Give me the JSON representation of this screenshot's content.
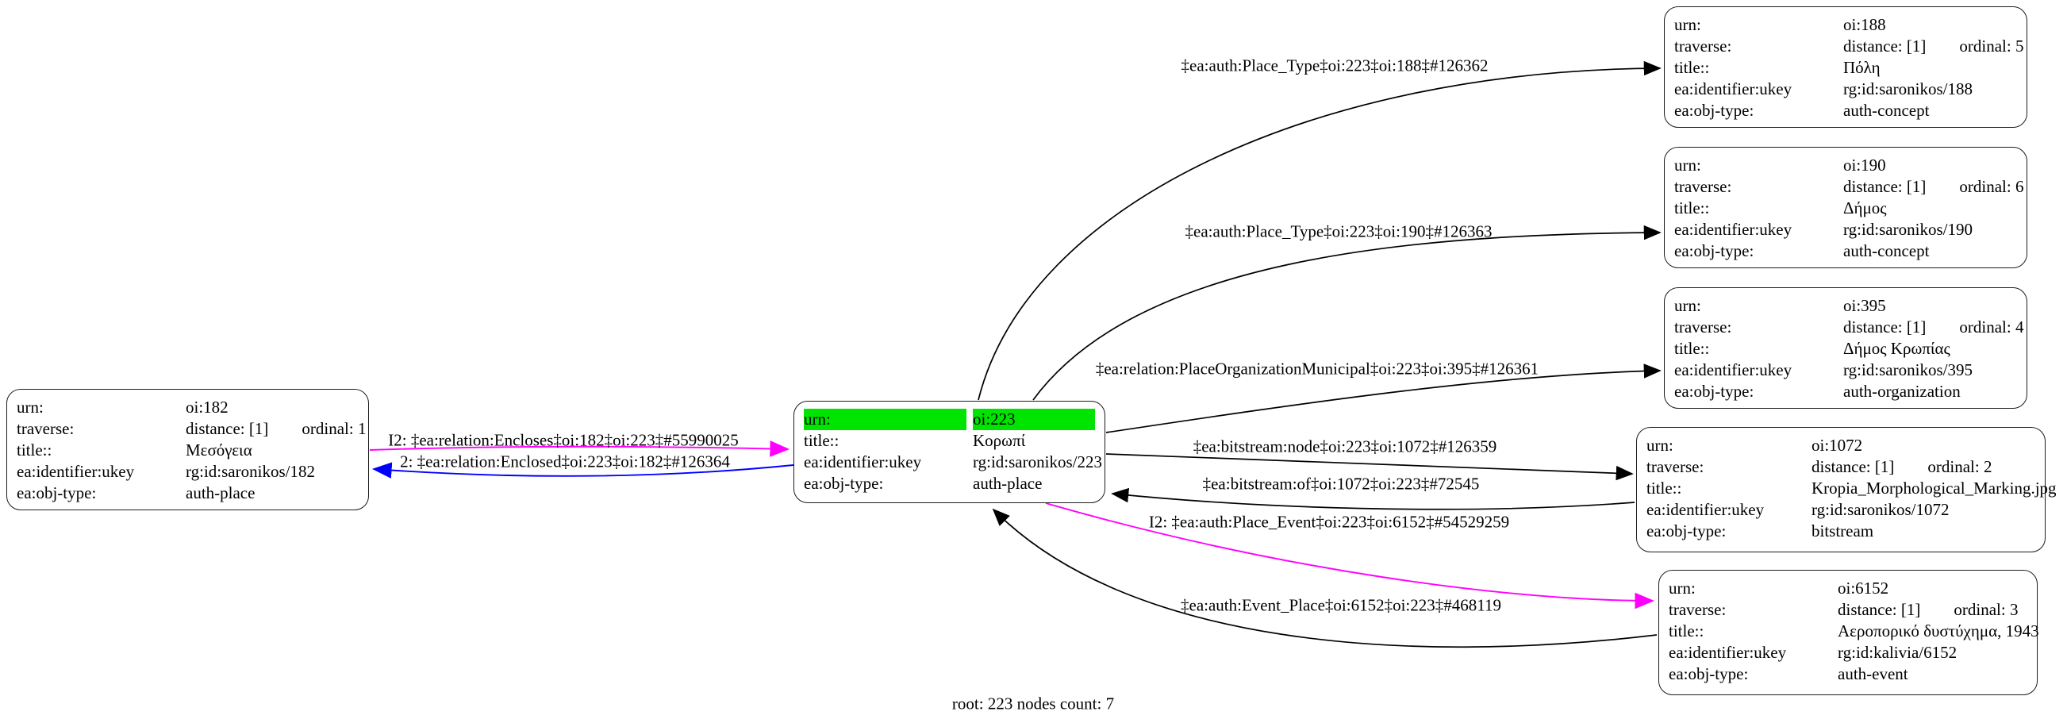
{
  "footer": {
    "text": "root: 223 nodes count: 7"
  },
  "colors": {
    "highlight_green": "#00e500",
    "edge_black": "#000000",
    "edge_magenta": "#ff00ff",
    "edge_blue": "#0000ff",
    "node_border": "#1c1c1c"
  },
  "nodes": [
    {
      "id": "oi:182",
      "rows": [
        {
          "key": "urn:",
          "value": "oi:182"
        },
        {
          "key": "traverse:",
          "value": "distance: [1]",
          "value2": "ordinal: 1"
        },
        {
          "key": "title::",
          "value": "Μεσόγεια"
        },
        {
          "key": "ea:identifier:ukey",
          "value": "rg:id:saronikos/182"
        },
        {
          "key": "ea:obj-type:",
          "value": "auth-place"
        }
      ]
    },
    {
      "id": "oi:223",
      "highlighted": true,
      "rows": [
        {
          "key": "urn:",
          "value": "oi:223"
        },
        {
          "key": "title::",
          "value": "Κορωπί"
        },
        {
          "key": "ea:identifier:ukey",
          "value": "rg:id:saronikos/223"
        },
        {
          "key": "ea:obj-type:",
          "value": "auth-place"
        }
      ]
    },
    {
      "id": "oi:188",
      "rows": [
        {
          "key": "urn:",
          "value": "oi:188"
        },
        {
          "key": "traverse:",
          "value": "distance: [1]",
          "value2": "ordinal: 5"
        },
        {
          "key": "title::",
          "value": "Πόλη"
        },
        {
          "key": "ea:identifier:ukey",
          "value": "rg:id:saronikos/188"
        },
        {
          "key": "ea:obj-type:",
          "value": "auth-concept"
        }
      ]
    },
    {
      "id": "oi:190",
      "rows": [
        {
          "key": "urn:",
          "value": "oi:190"
        },
        {
          "key": "traverse:",
          "value": "distance: [1]",
          "value2": "ordinal: 6"
        },
        {
          "key": "title::",
          "value": "Δήμος"
        },
        {
          "key": "ea:identifier:ukey",
          "value": "rg:id:saronikos/190"
        },
        {
          "key": "ea:obj-type:",
          "value": "auth-concept"
        }
      ]
    },
    {
      "id": "oi:395",
      "rows": [
        {
          "key": "urn:",
          "value": "oi:395"
        },
        {
          "key": "traverse:",
          "value": "distance: [1]",
          "value2": "ordinal: 4"
        },
        {
          "key": "title::",
          "value": "Δήμος Κρωπίας"
        },
        {
          "key": "ea:identifier:ukey",
          "value": "rg:id:saronikos/395"
        },
        {
          "key": "ea:obj-type:",
          "value": "auth-organization"
        }
      ]
    },
    {
      "id": "oi:1072",
      "rows": [
        {
          "key": "urn:",
          "value": "oi:1072"
        },
        {
          "key": "traverse:",
          "value": "distance: [1]",
          "value2": "ordinal: 2"
        },
        {
          "key": "title::",
          "value": "Kropia_Morphological_Marking.jpg"
        },
        {
          "key": "ea:identifier:ukey",
          "value": "rg:id:saronikos/1072"
        },
        {
          "key": "ea:obj-type:",
          "value": "bitstream"
        }
      ]
    },
    {
      "id": "oi:6152",
      "rows": [
        {
          "key": "urn:",
          "value": "oi:6152"
        },
        {
          "key": "traverse:",
          "value": "distance: [1]",
          "value2": "ordinal: 3"
        },
        {
          "key": "title::",
          "value": "Αεροπορικό δυστύχημα, 1943"
        },
        {
          "key": "ea:identifier:ukey",
          "value": "rg:id:kalivia/6152"
        },
        {
          "key": "ea:obj-type:",
          "value": "auth-event"
        }
      ]
    }
  ],
  "edges": [
    {
      "label": "‡ea:auth:Place_Type‡oi:223‡oi:188‡#126362",
      "color": "black"
    },
    {
      "label": "‡ea:auth:Place_Type‡oi:223‡oi:190‡#126363",
      "color": "black"
    },
    {
      "label": "‡ea:relation:PlaceOrganizationMunicipal‡oi:223‡oi:395‡#126361",
      "color": "black"
    },
    {
      "label": "‡ea:bitstream:node‡oi:223‡oi:1072‡#126359",
      "color": "black"
    },
    {
      "label": "‡ea:bitstream:of‡oi:1072‡oi:223‡#72545",
      "color": "black"
    },
    {
      "label": "I2: ‡ea:auth:Place_Event‡oi:223‡oi:6152‡#54529259",
      "color": "magenta"
    },
    {
      "label": "‡ea:auth:Event_Place‡oi:6152‡oi:223‡#468119",
      "color": "black"
    },
    {
      "label": "I2: ‡ea:relation:Encloses‡oi:182‡oi:223‡#55990025",
      "color": "magenta"
    },
    {
      "label": "2: ‡ea:relation:Enclosed‡oi:223‡oi:182‡#126364",
      "color": "blue"
    }
  ]
}
